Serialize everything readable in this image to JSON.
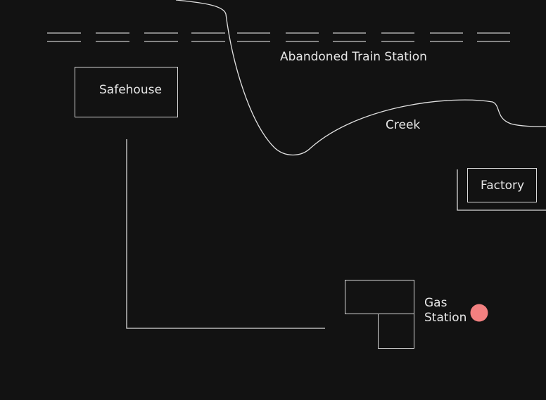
{
  "locations": {
    "safehouse": "Safehouse",
    "factory": "Factory",
    "train_station": "Abandoned Train Station",
    "creek": "Creek",
    "gas_station_line1": "Gas",
    "gas_station_line2": "Station"
  },
  "colors": {
    "background": "#121212",
    "lines": "#d8d8d8",
    "text": "#e6e6e6",
    "player_marker": "#f28080"
  },
  "icons": {
    "player_marker": "current-location-marker-icon",
    "railway": "railway-track-icon"
  }
}
